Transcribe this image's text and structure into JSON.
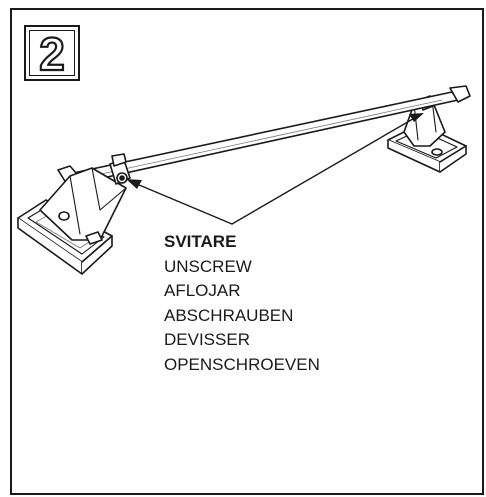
{
  "step": {
    "number": "2"
  },
  "labels": {
    "primary": "SVITARE",
    "translations": [
      "UNSCREW",
      "AFLOJAR",
      "ABSCHRAUBEN",
      "DEVISSER",
      "OPENSCHROEVEN"
    ]
  },
  "colors": {
    "ink": "#1a1a1a",
    "paper": "#ffffff",
    "shade": "#cfcfcf"
  }
}
